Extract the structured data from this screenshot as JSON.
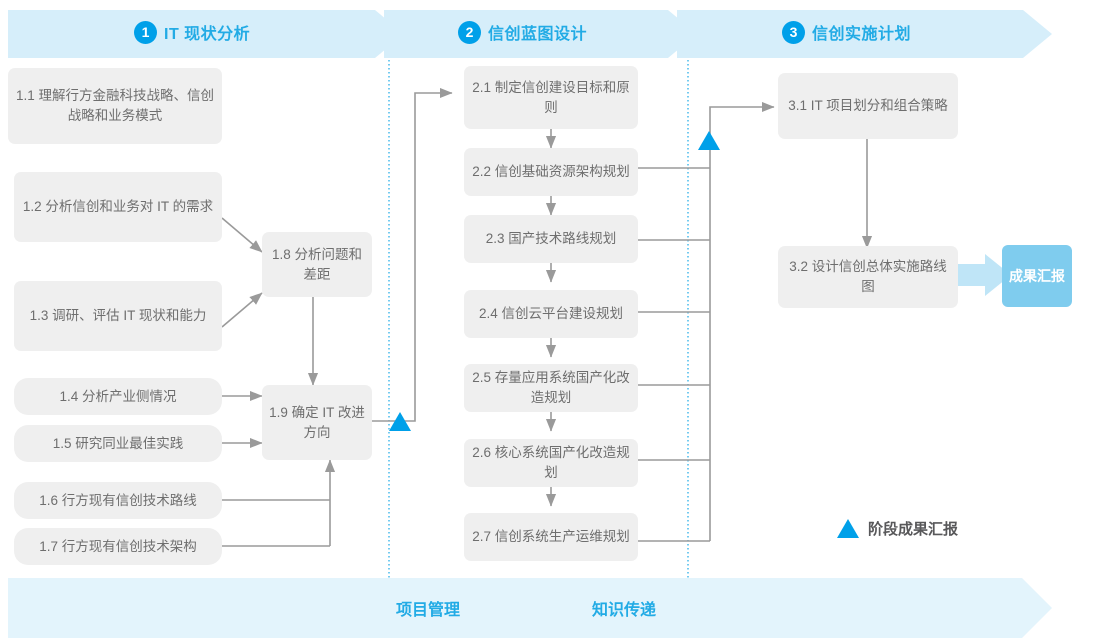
{
  "colors": {
    "accent_blue": "#00A0E9",
    "label_blue": "#22ABE5",
    "band_fill": "#E3F4FC",
    "banner_fill": "#D6EEFA",
    "box_fill": "#EFEFEF",
    "box_text": "#6E6E6E",
    "badge_fill": "#7FCCEE",
    "connector_gray": "#9A9A9A",
    "divider_blue": "#3AB5EA"
  },
  "phases": [
    {
      "num": "1",
      "title": "IT 现状分析"
    },
    {
      "num": "2",
      "title": "信创蓝图设计"
    },
    {
      "num": "3",
      "title": "信创实施计划"
    }
  ],
  "phase1": {
    "tasks": [
      {
        "id": "1.1",
        "label": "1.1 理解行方金融科技战略、信创战略和业务模式"
      },
      {
        "id": "1.2",
        "label": "1.2 分析信创和业务对 IT 的需求"
      },
      {
        "id": "1.3",
        "label": "1.3 调研、评估 IT 现状和能力"
      },
      {
        "id": "1.4",
        "label": "1.4 分析产业侧情况"
      },
      {
        "id": "1.5",
        "label": "1.5 研究同业最佳实践"
      },
      {
        "id": "1.6",
        "label": "1.6 行方现有信创技术路线"
      },
      {
        "id": "1.7",
        "label": "1.7 行方现有信创技术架构"
      },
      {
        "id": "1.8",
        "label": "1.8 分析问题和差距"
      },
      {
        "id": "1.9",
        "label": "1.9 确定 IT 改进方向"
      }
    ]
  },
  "phase2": {
    "tasks": [
      {
        "id": "2.1",
        "label": "2.1 制定信创建设目标和原则"
      },
      {
        "id": "2.2",
        "label": "2.2 信创基础资源架构规划"
      },
      {
        "id": "2.3",
        "label": "2.3 国产技术路线规划"
      },
      {
        "id": "2.4",
        "label": "2.4 信创云平台建设规划"
      },
      {
        "id": "2.5",
        "label": "2.5 存量应用系统国产化改造规划"
      },
      {
        "id": "2.6",
        "label": "2.6 核心系统国产化改造规划"
      },
      {
        "id": "2.7",
        "label": "2.7 信创系统生产运维规划"
      }
    ]
  },
  "phase3": {
    "tasks": [
      {
        "id": "3.1",
        "label": "3.1 IT 项目划分和组合策略"
      },
      {
        "id": "3.2",
        "label": "3.2 设计信创总体实施路线图"
      }
    ],
    "badge": "成果汇报"
  },
  "legend": {
    "marker_label": "阶段成果汇报"
  },
  "bottom_band": {
    "labels": [
      "项目管理",
      "知识传递"
    ]
  }
}
